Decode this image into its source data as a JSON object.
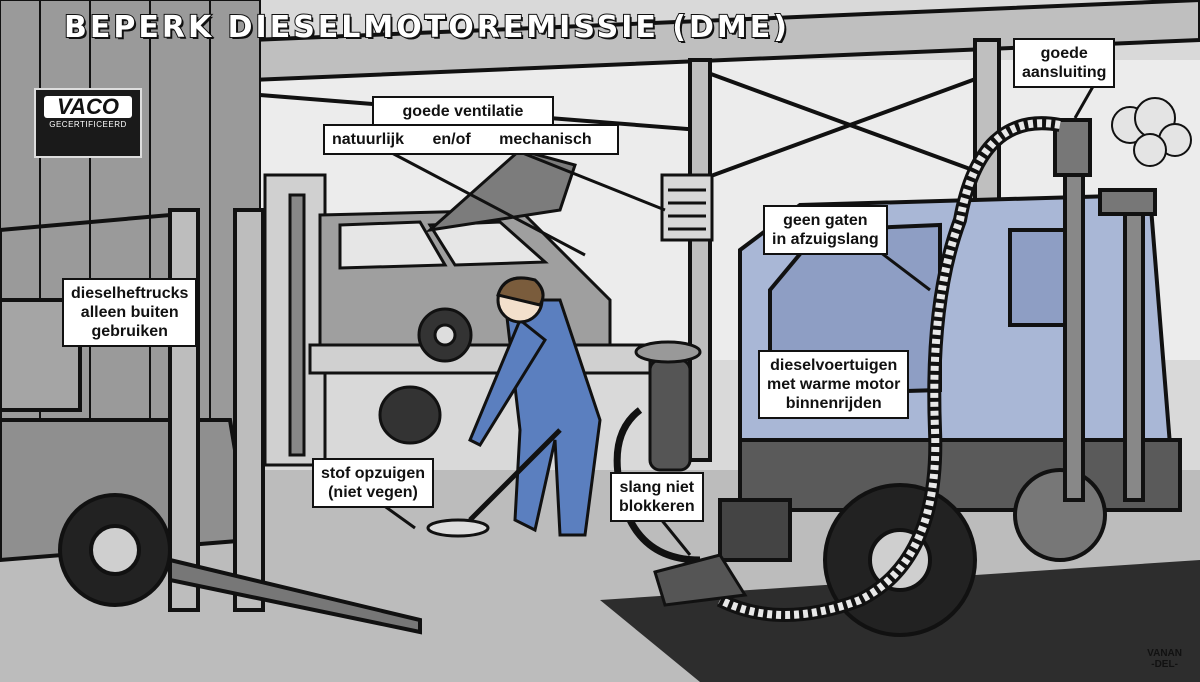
{
  "title": "BEPERK DIESELMOTOREMISSIE (DME)",
  "badge": {
    "name": "VACO",
    "subtitle": "GECERTIFICEERD"
  },
  "labels": {
    "forklift": [
      "dieselheftrucks",
      "alleen buiten",
      "gebruiken"
    ],
    "ventilation_line1": "goede ventilatie",
    "ventilation_line2": [
      "natuurlijk",
      "en/of",
      "mechanisch"
    ],
    "connection": [
      "goede",
      "aansluiting"
    ],
    "hose_holes": [
      "geen gaten",
      "in afzuigslang"
    ],
    "warm_engine": [
      "dieselvoertuigen",
      "met warme motor",
      "binnenrijden"
    ],
    "vacuum": [
      "stof opzuigen",
      "(niet vegen)"
    ],
    "hose_block": [
      "slang niet",
      "blokkeren"
    ]
  },
  "signature": [
    "VANAN",
    "-DEL-"
  ],
  "colors": {
    "truck_cab": "#a9b7d6",
    "mechanic_overall": "#5b7fbf",
    "ink": "#111111",
    "floor": "#bcbcbc"
  }
}
